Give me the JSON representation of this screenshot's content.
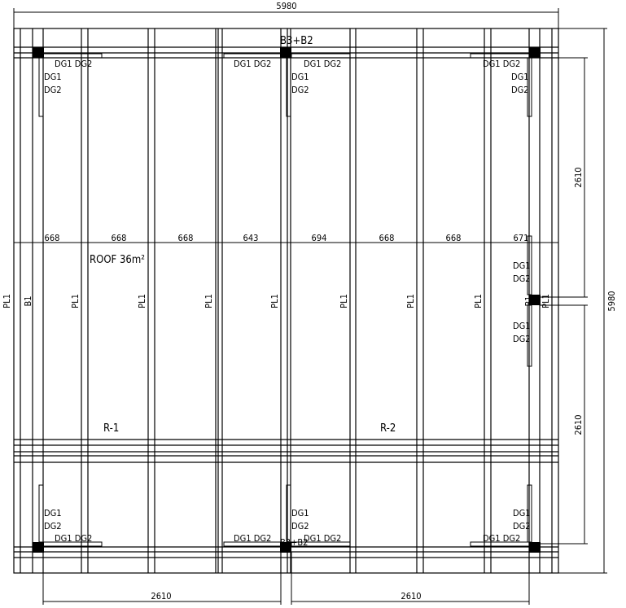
{
  "dimensions": {
    "overall_width": "5980",
    "overall_height": "5980",
    "right_upper": "2610",
    "right_lower": "2610",
    "bottom_left": "2610",
    "bottom_right": "2610",
    "purlin_spacings": [
      "668",
      "668",
      "668",
      "643",
      "694",
      "668",
      "668",
      "671"
    ]
  },
  "labels": {
    "top_beam": "B3+B2",
    "bottom_beam": "B3+B2",
    "roof_area": "ROOF 36m²",
    "roof_1": "R-1",
    "roof_2": "R-2",
    "purlin": "PL1",
    "beam_b1": "B1",
    "dg_pair": "DG1 DG2",
    "dg1": "DG1",
    "dg2": "DG2"
  }
}
